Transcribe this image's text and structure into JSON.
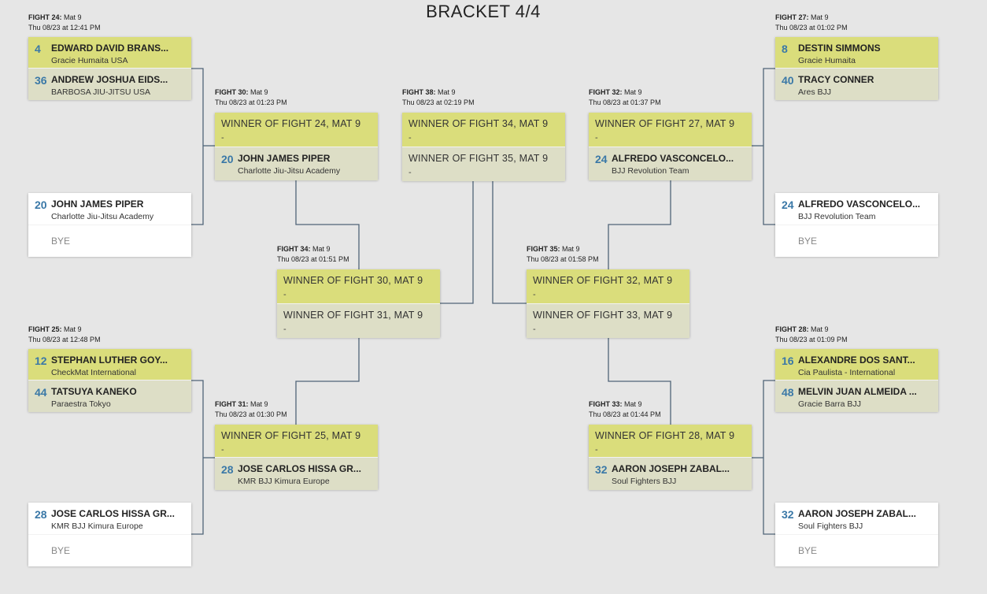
{
  "title": "BRACKET 4/4",
  "fights": {
    "f24": {
      "label": "FIGHT 24:",
      "mat": " Mat 9",
      "time": "Thu 08/23 at 12:41 PM",
      "p1": {
        "seed": "4",
        "name": "EDWARD DAVID BRANS...",
        "team": "Gracie Humaita USA"
      },
      "p2": {
        "seed": "36",
        "name": "ANDREW JOSHUA EIDS...",
        "team": "BARBOSA JIU-JITSU USA"
      }
    },
    "f20bye": {
      "p1": {
        "seed": "20",
        "name": "JOHN JAMES PIPER",
        "team": "Charlotte Jiu-Jitsu Academy"
      },
      "bye": "BYE"
    },
    "f25": {
      "label": "FIGHT 25:",
      "mat": " Mat 9",
      "time": "Thu 08/23 at 12:48 PM",
      "p1": {
        "seed": "12",
        "name": "STEPHAN LUTHER GOY...",
        "team": "CheckMat International"
      },
      "p2": {
        "seed": "44",
        "name": "TATSUYA KANEKO",
        "team": "Paraestra Tokyo"
      }
    },
    "f28bye": {
      "p1": {
        "seed": "28",
        "name": "JOSE CARLOS HISSA GR...",
        "team": "KMR BJJ Kimura Europe"
      },
      "bye": "BYE"
    },
    "f27": {
      "label": "FIGHT 27:",
      "mat": " Mat 9",
      "time": "Thu 08/23 at 01:02 PM",
      "p1": {
        "seed": "8",
        "name": "DESTIN SIMMONS",
        "team": "Gracie Humaita"
      },
      "p2": {
        "seed": "40",
        "name": "TRACY CONNER",
        "team": "Ares BJJ"
      }
    },
    "f24bye": {
      "p1": {
        "seed": "24",
        "name": "ALFREDO VASCONCELO...",
        "team": "BJJ Revolution Team"
      },
      "bye": "BYE"
    },
    "f28": {
      "label": "FIGHT 28:",
      "mat": " Mat 9",
      "time": "Thu 08/23 at 01:09 PM",
      "p1": {
        "seed": "16",
        "name": "ALEXANDRE DOS SANT...",
        "team": "Cia Paulista - International"
      },
      "p2": {
        "seed": "48",
        "name": "MELVIN JUAN ALMEIDA ...",
        "team": "Gracie Barra BJJ"
      }
    },
    "f32bye": {
      "p1": {
        "seed": "32",
        "name": "AARON JOSEPH ZABAL...",
        "team": "Soul Fighters BJJ"
      },
      "bye": "BYE"
    },
    "f30": {
      "label": "FIGHT 30:",
      "mat": " Mat 9",
      "time": "Thu 08/23 at 01:23 PM",
      "w1": "WINNER OF FIGHT 24, MAT 9",
      "w1dash": "-",
      "p2": {
        "seed": "20",
        "name": "JOHN JAMES PIPER",
        "team": "Charlotte Jiu-Jitsu Academy"
      }
    },
    "f31": {
      "label": "FIGHT 31:",
      "mat": " Mat 9",
      "time": "Thu 08/23 at 01:30 PM",
      "w1": "WINNER OF FIGHT 25, MAT 9",
      "w1dash": "-",
      "p2": {
        "seed": "28",
        "name": "JOSE CARLOS HISSA GR...",
        "team": "KMR BJJ Kimura Europe"
      }
    },
    "f32": {
      "label": "FIGHT 32:",
      "mat": " Mat 9",
      "time": "Thu 08/23 at 01:37 PM",
      "w1": "WINNER OF FIGHT 27, MAT 9",
      "w1dash": "-",
      "p2": {
        "seed": "24",
        "name": "ALFREDO VASCONCELO...",
        "team": "BJJ Revolution Team"
      }
    },
    "f33": {
      "label": "FIGHT 33:",
      "mat": " Mat 9",
      "time": "Thu 08/23 at 01:44 PM",
      "w1": "WINNER OF FIGHT 28, MAT 9",
      "w1dash": "-",
      "p2": {
        "seed": "32",
        "name": "AARON JOSEPH ZABAL...",
        "team": "Soul Fighters BJJ"
      }
    },
    "f34": {
      "label": "FIGHT 34:",
      "mat": " Mat 9",
      "time": "Thu 08/23 at 01:51 PM",
      "w1": "WINNER OF FIGHT 30, MAT 9",
      "w1dash": "-",
      "w2": "WINNER OF FIGHT 31, MAT 9",
      "w2dash": "-"
    },
    "f35": {
      "label": "FIGHT 35:",
      "mat": " Mat 9",
      "time": "Thu 08/23 at 01:58 PM",
      "w1": "WINNER OF FIGHT 32, MAT 9",
      "w1dash": "-",
      "w2": "WINNER OF FIGHT 33, MAT 9",
      "w2dash": "-"
    },
    "f38": {
      "label": "FIGHT 38:",
      "mat": " Mat 9",
      "time": "Thu 08/23 at 02:19 PM",
      "w1": "WINNER OF FIGHT 34, MAT 9",
      "w1dash": "-",
      "w2": "WINNER OF FIGHT 35, MAT 9",
      "w2dash": "-"
    }
  },
  "colors": {
    "winner_slot": "#dadd7b",
    "second_slot": "#dddec6",
    "seed": "#3a78a7",
    "connector": "#4f6478",
    "background": "#e6e6e6"
  }
}
